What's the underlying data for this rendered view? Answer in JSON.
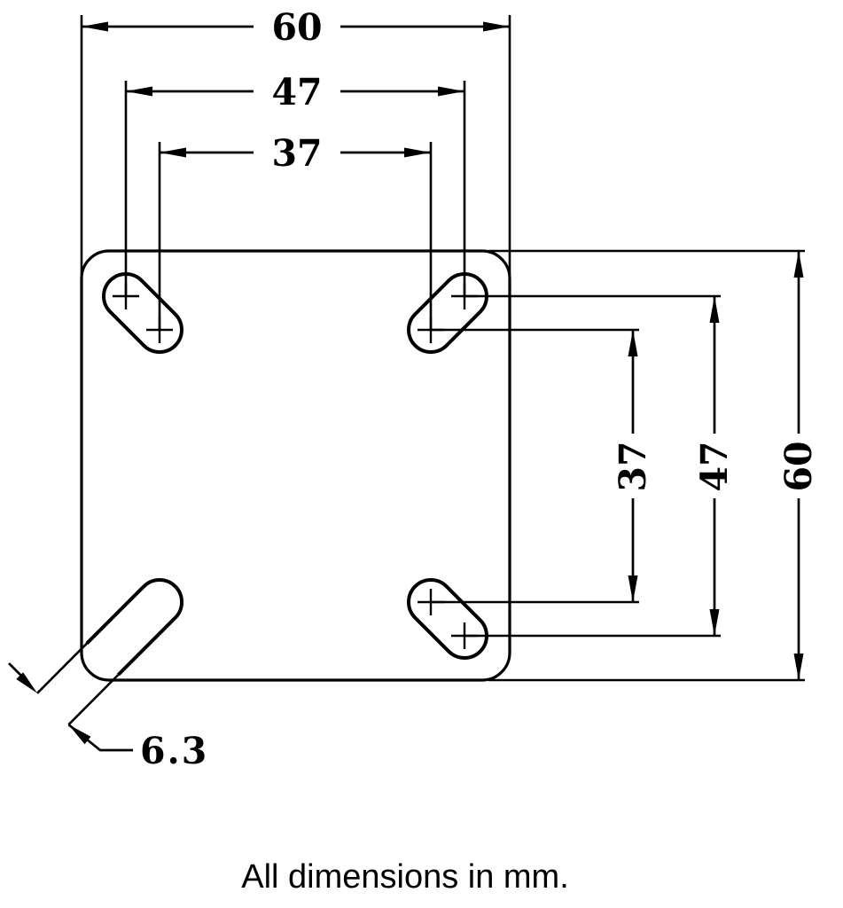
{
  "drawing": {
    "caption": "All dimensions in mm.",
    "dimensions": {
      "horizontal": [
        {
          "id": "plate-width",
          "label": "60"
        },
        {
          "id": "slot-span-outer",
          "label": "47"
        },
        {
          "id": "slot-span-inner",
          "label": "37"
        }
      ],
      "vertical": [
        {
          "id": "slot-span-inner",
          "label": "37"
        },
        {
          "id": "slot-span-outer",
          "label": "47"
        },
        {
          "id": "plate-height",
          "label": "60"
        }
      ],
      "slot_width": {
        "id": "slot-width",
        "label": "6.3"
      }
    },
    "colors": {
      "line": "#000000",
      "background": "#ffffff"
    }
  }
}
